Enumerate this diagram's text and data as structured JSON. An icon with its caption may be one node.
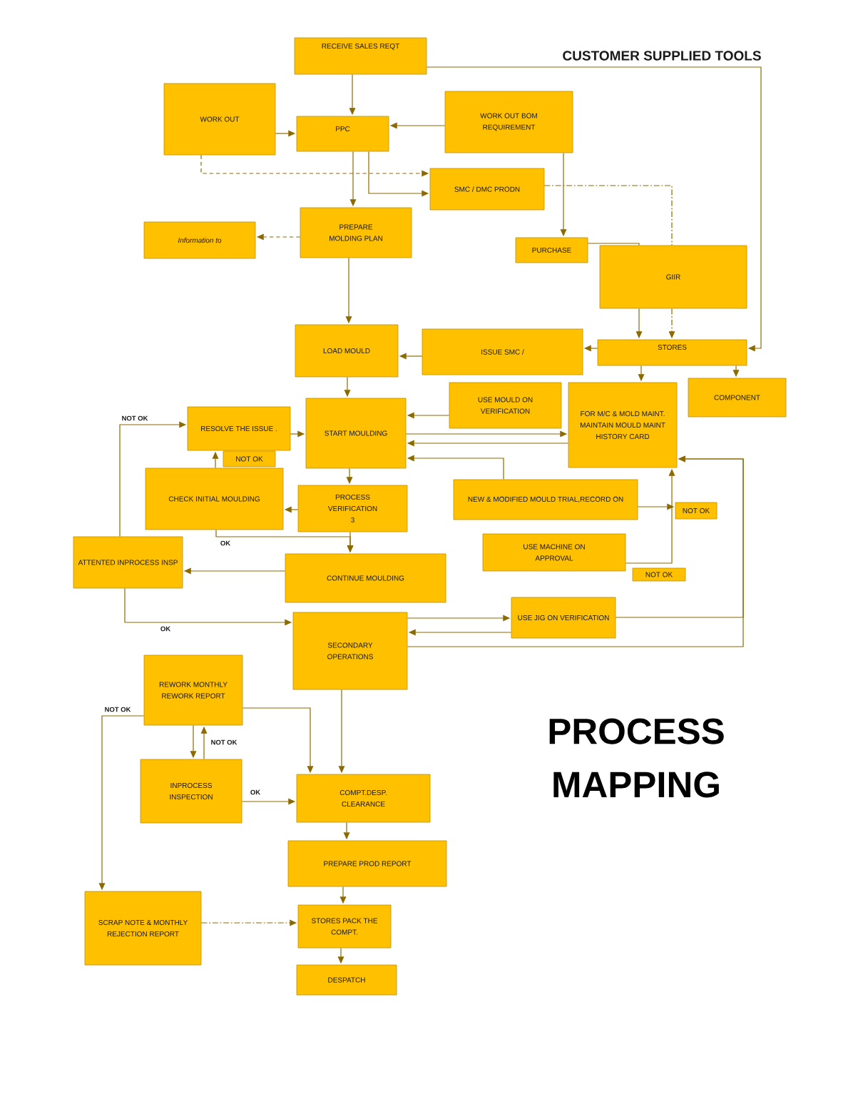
{
  "diagram": {
    "title": "PROCESS MAPPING",
    "nodes": [
      {
        "text": [
          "RECEIVE SALES REQT"
        ]
      },
      {
        "text": [
          "WORK OUT"
        ]
      },
      {
        "text": [
          "PPC"
        ]
      },
      {
        "text": [
          "WORK OUT BOM REQUIREMENT"
        ]
      },
      {
        "text": [
          "SMC / DMC PRODN"
        ]
      },
      {
        "text": [
          "Information to"
        ]
      },
      {
        "text": [
          "PREPARE MOLDING PLAN"
        ]
      },
      {
        "text": [
          "PURCHASE"
        ]
      },
      {
        "text": [
          "GIIR"
        ]
      },
      {
        "text": [
          "LOAD MOULD"
        ]
      },
      {
        "text": [
          "ISSUE SMC /"
        ]
      },
      {
        "text": [
          "STORES"
        ]
      },
      {
        "text": [
          "COMPONENT"
        ]
      },
      {
        "text": [
          "USE MOULD ON VERIFICATION"
        ]
      },
      {
        "text": [
          "START MOULDING"
        ]
      },
      {
        "text": [
          "RESOLVE THE ISSUE ."
        ]
      },
      {
        "text": [
          "FOR M/C & MOLD MAINT. MAINTAIN MOULD MAINT HISTORY CARD"
        ]
      },
      {
        "text": [
          "NOT OK"
        ]
      },
      {
        "text": [
          "CHECK INITIAL MOULDING"
        ]
      },
      {
        "text": [
          "PROCESS VERIFICATION 3"
        ]
      },
      {
        "text": [
          "NEW & MODIFIED MOULD TRIAL,RECORD ON"
        ]
      },
      {
        "text": [
          "NOT OK"
        ]
      },
      {
        "text": [
          "USE MACHINE ON APPROVAL"
        ]
      },
      {
        "text": [
          "NOT OK"
        ]
      },
      {
        "text": [
          "ATTENTED INPROCESS INSP"
        ]
      },
      {
        "text": [
          "CONTINUE MOULDING"
        ]
      },
      {
        "text": [
          "USE JIG ON VERIFICATION"
        ]
      },
      {
        "text": [
          "SECONDARY OPERATIONS"
        ]
      },
      {
        "text": [
          "REWORK MONTHLY REWORK REPORT"
        ]
      },
      {
        "text": [
          "INPROCESS INSPECTION"
        ]
      },
      {
        "text": [
          "COMPT.DESP. CLEARANCE"
        ]
      },
      {
        "text": [
          "PREPARE PROD REPORT"
        ]
      },
      {
        "text": [
          "SCRAP NOTE & MONTHLY REJECTION REPORT"
        ]
      },
      {
        "text": [
          "STORES PACK THE COMPT."
        ]
      },
      {
        "text": [
          "DESPATCH"
        ]
      }
    ],
    "edges": [
      {
        "from": 0,
        "to": 2,
        "arrow": "to"
      },
      {
        "from": 0,
        "to": 11,
        "arrow": "to",
        "label": "CUSTOMER SUPPLIED TOOLS"
      },
      {
        "from": 1,
        "to": 2,
        "arrow": "to"
      },
      {
        "from": 3,
        "to": 2,
        "arrow": "to"
      },
      {
        "from": 1,
        "to": 4,
        "arrow": "to",
        "style": "dashed"
      },
      {
        "from": 2,
        "to": 6,
        "arrow": "to"
      },
      {
        "from": 2,
        "to": 4,
        "arrow": "to"
      },
      {
        "from": 6,
        "to": 5,
        "arrow": "to",
        "style": "dashed"
      },
      {
        "from": 3,
        "to": 7,
        "arrow": "to"
      },
      {
        "from": 4,
        "to": 8,
        "arrow": "none",
        "style": "dashed"
      },
      {
        "from": 8,
        "to": 11,
        "arrow": "to",
        "style": "dashed"
      },
      {
        "from": 7,
        "to": 8,
        "arrow": "none"
      },
      {
        "from": 8,
        "to": 11,
        "arrow": "to"
      },
      {
        "from": 11,
        "to": 10,
        "arrow": "to"
      },
      {
        "from": 10,
        "to": 9,
        "arrow": "to"
      },
      {
        "from": 11,
        "to": 12,
        "arrow": "to"
      },
      {
        "from": 11,
        "to": 16,
        "arrow": "to"
      },
      {
        "from": 6,
        "to": 9,
        "arrow": "to"
      },
      {
        "from": 9,
        "to": 14,
        "arrow": "to"
      },
      {
        "from": 13,
        "to": 14,
        "arrow": "to"
      },
      {
        "from": 14,
        "to": 16,
        "arrow": "to"
      },
      {
        "from": 16,
        "to": 14,
        "arrow": "to"
      },
      {
        "from": 20,
        "to": 14,
        "arrow": "to"
      },
      {
        "from": 15,
        "to": 14,
        "arrow": "to"
      },
      {
        "from": 24,
        "to": 15,
        "arrow": "to",
        "label": "NOT OK"
      },
      {
        "from": 18,
        "to": 15,
        "arrow": "to"
      },
      {
        "from": 14,
        "to": 19,
        "arrow": "to"
      },
      {
        "from": 19,
        "to": 18,
        "arrow": "to"
      },
      {
        "from": 18,
        "to": 25,
        "arrow": "to",
        "label": "OK"
      },
      {
        "from": 19,
        "to": 25,
        "arrow": "to"
      },
      {
        "from": 25,
        "to": 24,
        "arrow": "to"
      },
      {
        "from": 20,
        "to": 21,
        "arrow": "to"
      },
      {
        "from": 22,
        "to": 16,
        "arrow": "to"
      },
      {
        "from": 27,
        "to": 16,
        "arrow": "to"
      },
      {
        "from": 26,
        "to": 16,
        "arrow": "to"
      },
      {
        "from": 27,
        "to": 26,
        "arrow": "to"
      },
      {
        "from": 26,
        "to": 27,
        "arrow": "to"
      },
      {
        "from": 24,
        "to": 27,
        "arrow": "to",
        "label": "OK"
      },
      {
        "from": 28,
        "to": 29,
        "arrow": "to"
      },
      {
        "from": 29,
        "to": 28,
        "arrow": "to",
        "label": "NOT OK"
      },
      {
        "from": 28,
        "to": 30,
        "arrow": "to"
      },
      {
        "from": 28,
        "to": 32,
        "arrow": "to",
        "label": "NOT OK"
      },
      {
        "from": 27,
        "to": 30,
        "arrow": "to"
      },
      {
        "from": 29,
        "to": 30,
        "arrow": "to",
        "label": "OK"
      },
      {
        "from": 30,
        "to": 31,
        "arrow": "to"
      },
      {
        "from": 31,
        "to": 33,
        "arrow": "to"
      },
      {
        "from": 32,
        "to": 33,
        "arrow": "to",
        "style": "dashed"
      },
      {
        "from": 33,
        "to": 34,
        "arrow": "to"
      }
    ]
  }
}
